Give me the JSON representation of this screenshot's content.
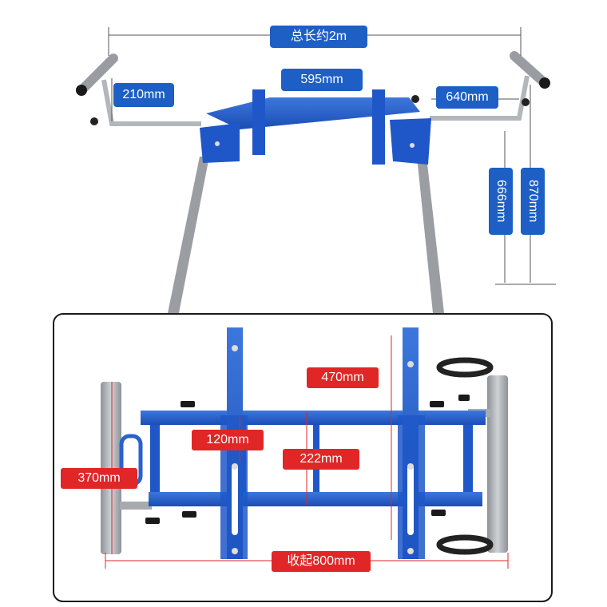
{
  "top_view": {
    "total_length_label": "总长约2m",
    "arm_height_label": "210mm",
    "inner_width_label": "595mm",
    "extension_label": "640mm",
    "height_low_label": "666mm",
    "height_high_label": "870mm"
  },
  "folded_view": {
    "pillar_label": "470mm",
    "gap_label": "120mm",
    "frame_height_label": "222mm",
    "roller_label": "370mm",
    "folded_length_label": "收起800mm"
  },
  "colors": {
    "frame_blue": "#1f57c8",
    "label_blue": "#1d5fc4",
    "label_red": "#e02626",
    "steel": "#a7abb0"
  }
}
